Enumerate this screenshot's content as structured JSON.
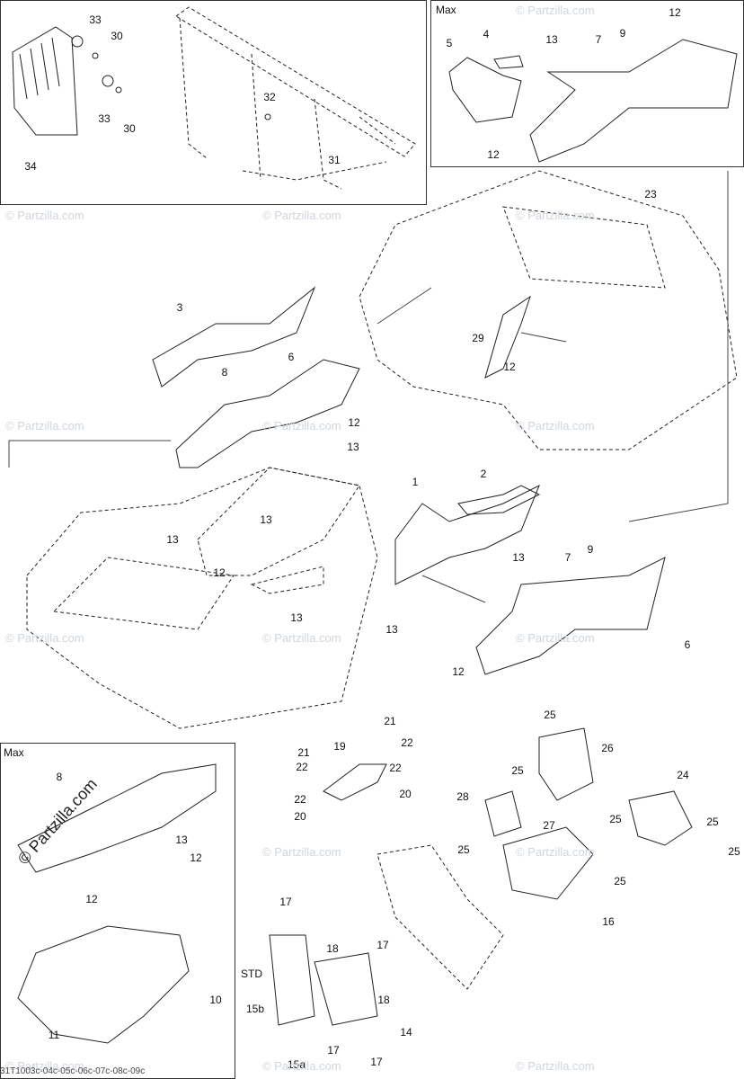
{
  "box_tags": {
    "top_right": "Max",
    "bottom_left": "Max"
  },
  "std_tag": "STD",
  "watermark": "© Partzilla.com",
  "footer_code": "31T1003c-04c-05c-06c-07c-08c-09c",
  "callouts": [
    {
      "id": "c33a",
      "text": "33"
    },
    {
      "id": "c30a",
      "text": "30"
    },
    {
      "id": "c33b",
      "text": "33"
    },
    {
      "id": "c30b",
      "text": "30"
    },
    {
      "id": "c34",
      "text": "34"
    },
    {
      "id": "c32",
      "text": "32"
    },
    {
      "id": "c31",
      "text": "31"
    },
    {
      "id": "c5",
      "text": "5"
    },
    {
      "id": "c4",
      "text": "4"
    },
    {
      "id": "c13a",
      "text": "13"
    },
    {
      "id": "c7a",
      "text": "7"
    },
    {
      "id": "c9a",
      "text": "9"
    },
    {
      "id": "c12a",
      "text": "12"
    },
    {
      "id": "c12b",
      "text": "12"
    },
    {
      "id": "c23",
      "text": "23"
    },
    {
      "id": "c3",
      "text": "3"
    },
    {
      "id": "c29",
      "text": "29"
    },
    {
      "id": "c12c",
      "text": "12"
    },
    {
      "id": "c6a",
      "text": "6"
    },
    {
      "id": "c8a",
      "text": "8"
    },
    {
      "id": "c12d",
      "text": "12"
    },
    {
      "id": "c13b",
      "text": "13"
    },
    {
      "id": "c13c",
      "text": "13"
    },
    {
      "id": "c13d",
      "text": "13"
    },
    {
      "id": "c12e",
      "text": "12"
    },
    {
      "id": "c13e",
      "text": "13"
    },
    {
      "id": "c13f",
      "text": "13"
    },
    {
      "id": "c1",
      "text": "1"
    },
    {
      "id": "c2",
      "text": "2"
    },
    {
      "id": "c13g",
      "text": "13"
    },
    {
      "id": "c7b",
      "text": "7"
    },
    {
      "id": "c9b",
      "text": "9"
    },
    {
      "id": "c6b",
      "text": "6"
    },
    {
      "id": "c12f",
      "text": "12"
    },
    {
      "id": "c8b",
      "text": "8"
    },
    {
      "id": "c13h",
      "text": "13"
    },
    {
      "id": "c12g",
      "text": "12"
    },
    {
      "id": "c12h",
      "text": "12"
    },
    {
      "id": "c10",
      "text": "10"
    },
    {
      "id": "c11",
      "text": "11"
    },
    {
      "id": "c21a",
      "text": "21"
    },
    {
      "id": "c21b",
      "text": "21"
    },
    {
      "id": "c22a",
      "text": "22"
    },
    {
      "id": "c19",
      "text": "19"
    },
    {
      "id": "c22b",
      "text": "22"
    },
    {
      "id": "c22c",
      "text": "22"
    },
    {
      "id": "c22d",
      "text": "22"
    },
    {
      "id": "c20a",
      "text": "20"
    },
    {
      "id": "c20b",
      "text": "20"
    },
    {
      "id": "c25a",
      "text": "25"
    },
    {
      "id": "c26",
      "text": "26"
    },
    {
      "id": "c25b",
      "text": "25"
    },
    {
      "id": "c28",
      "text": "28"
    },
    {
      "id": "c24",
      "text": "24"
    },
    {
      "id": "c25c",
      "text": "25"
    },
    {
      "id": "c27",
      "text": "27"
    },
    {
      "id": "c25d",
      "text": "25"
    },
    {
      "id": "c25e",
      "text": "25"
    },
    {
      "id": "c25f",
      "text": "25"
    },
    {
      "id": "c25g",
      "text": "25"
    },
    {
      "id": "c16",
      "text": "16"
    },
    {
      "id": "c17a",
      "text": "17"
    },
    {
      "id": "c17b",
      "text": "17"
    },
    {
      "id": "c18a",
      "text": "18"
    },
    {
      "id": "c15b",
      "text": "15b"
    },
    {
      "id": "c18b",
      "text": "18"
    },
    {
      "id": "c14",
      "text": "14"
    },
    {
      "id": "c17c",
      "text": "17"
    },
    {
      "id": "c17d",
      "text": "17"
    },
    {
      "id": "c15a",
      "text": "15a"
    }
  ]
}
